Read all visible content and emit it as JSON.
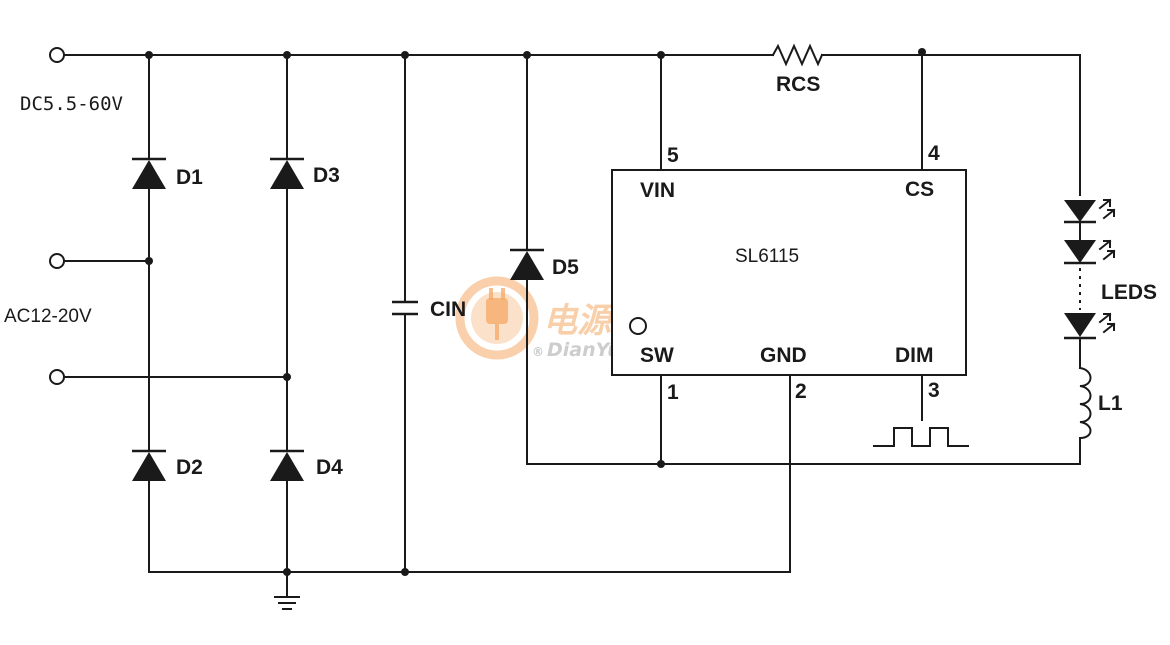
{
  "inputs": {
    "dc_label": "DC5.5-60V",
    "ac_label": "AC12-20V"
  },
  "components": {
    "d1": "D1",
    "d2": "D2",
    "d3": "D3",
    "d4": "D4",
    "d5": "D5",
    "cin": "CIN",
    "rcs": "RCS",
    "leds": "LEDS",
    "l1": "L1"
  },
  "ic": {
    "name": "SL6115",
    "pins": {
      "vin": "VIN",
      "cs": "CS",
      "sw": "SW",
      "gnd": "GND",
      "dim": "DIM"
    },
    "pin_numbers": {
      "vin": "5",
      "cs": "4",
      "sw": "1",
      "gnd": "2",
      "dim": "3"
    }
  },
  "watermark": {
    "chinese": "电源网",
    "latin": "DianYuan.com",
    "registered": "®"
  },
  "colors": {
    "ink": "#1a1a1a",
    "watermark_orange": "#f39a4a",
    "watermark_gray": "#b0b0b0"
  },
  "icons": [
    "ground-icon",
    "diode-icon",
    "capacitor-icon",
    "resistor-icon",
    "led-icon",
    "inductor-icon",
    "pwm-waveform-icon",
    "plug-logo-icon"
  ]
}
